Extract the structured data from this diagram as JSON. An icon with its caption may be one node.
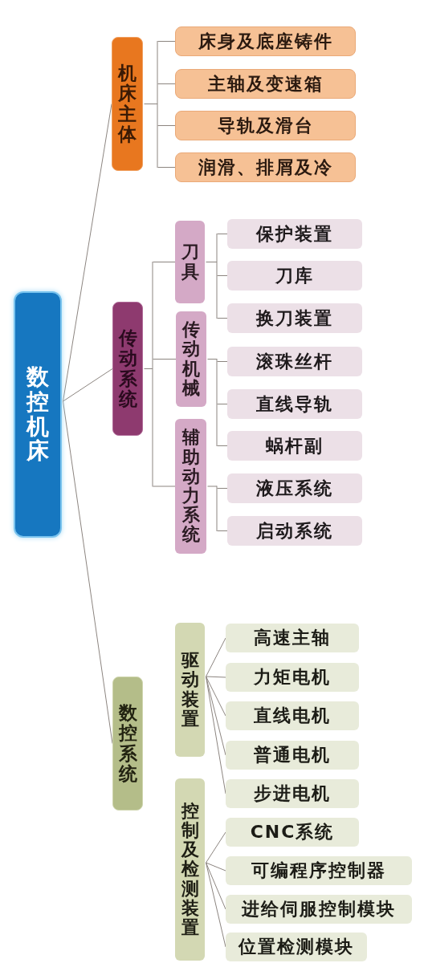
{
  "diagram": {
    "nodes": [
      {
        "text": [
          "数控机床"
        ]
      },
      {
        "text": [
          "机床主体"
        ]
      },
      {
        "text": [
          "床身及底座铸件"
        ]
      },
      {
        "text": [
          "主轴及变速箱"
        ]
      },
      {
        "text": [
          "导轨及滑台"
        ]
      },
      {
        "text": [
          "润滑、排屑及冷"
        ]
      },
      {
        "text": [
          "传动系统"
        ]
      },
      {
        "text": [
          "刀具"
        ]
      },
      {
        "text": [
          "保护装置"
        ]
      },
      {
        "text": [
          "刀库"
        ]
      },
      {
        "text": [
          "换刀装置"
        ]
      },
      {
        "text": [
          "传动机械"
        ]
      },
      {
        "text": [
          "滚珠丝杆"
        ]
      },
      {
        "text": [
          "直线导轨"
        ]
      },
      {
        "text": [
          "蜗杆副"
        ]
      },
      {
        "text": [
          "辅助动力系统"
        ]
      },
      {
        "text": [
          "液压系统"
        ]
      },
      {
        "text": [
          "启动系统"
        ]
      },
      {
        "text": [
          "数控系统"
        ]
      },
      {
        "text": [
          "驱动装置"
        ]
      },
      {
        "text": [
          "高速主轴"
        ]
      },
      {
        "text": [
          "力矩电机"
        ]
      },
      {
        "text": [
          "直线电机"
        ]
      },
      {
        "text": [
          "普通电机"
        ]
      },
      {
        "text": [
          "步进电机"
        ]
      },
      {
        "text": [
          "控制及检测装置"
        ]
      },
      {
        "text": [
          "CNC系统"
        ]
      },
      {
        "text": [
          "可编程序控制器"
        ]
      },
      {
        "text": [
          "进给伺服控制模块"
        ]
      },
      {
        "text": [
          "位置检测模块"
        ]
      }
    ],
    "edges": [
      {
        "from": 0,
        "to": 1,
        "arrow": "none"
      },
      {
        "from": 0,
        "to": 6,
        "arrow": "none"
      },
      {
        "from": 0,
        "to": 18,
        "arrow": "none"
      },
      {
        "from": 1,
        "to": 2,
        "arrow": "none"
      },
      {
        "from": 1,
        "to": 3,
        "arrow": "none"
      },
      {
        "from": 1,
        "to": 4,
        "arrow": "none"
      },
      {
        "from": 1,
        "to": 5,
        "arrow": "none"
      },
      {
        "from": 6,
        "to": 7,
        "arrow": "none"
      },
      {
        "from": 6,
        "to": 11,
        "arrow": "none"
      },
      {
        "from": 6,
        "to": 15,
        "arrow": "none"
      },
      {
        "from": 7,
        "to": 8,
        "arrow": "none"
      },
      {
        "from": 7,
        "to": 9,
        "arrow": "none"
      },
      {
        "from": 7,
        "to": 10,
        "arrow": "none"
      },
      {
        "from": 11,
        "to": 12,
        "arrow": "none"
      },
      {
        "from": 11,
        "to": 13,
        "arrow": "none"
      },
      {
        "from": 11,
        "to": 14,
        "arrow": "none"
      },
      {
        "from": 15,
        "to": 16,
        "arrow": "none"
      },
      {
        "from": 15,
        "to": 17,
        "arrow": "none"
      },
      {
        "from": 19,
        "to": 20,
        "arrow": "none"
      },
      {
        "from": 19,
        "to": 21,
        "arrow": "none"
      },
      {
        "from": 19,
        "to": 22,
        "arrow": "none"
      },
      {
        "from": 19,
        "to": 23,
        "arrow": "none"
      },
      {
        "from": 19,
        "to": 24,
        "arrow": "none"
      },
      {
        "from": 25,
        "to": 26,
        "arrow": "none"
      },
      {
        "from": 25,
        "to": 27,
        "arrow": "none"
      },
      {
        "from": 25,
        "to": 28,
        "arrow": "none"
      },
      {
        "from": 25,
        "to": 29,
        "arrow": "none"
      }
    ]
  }
}
